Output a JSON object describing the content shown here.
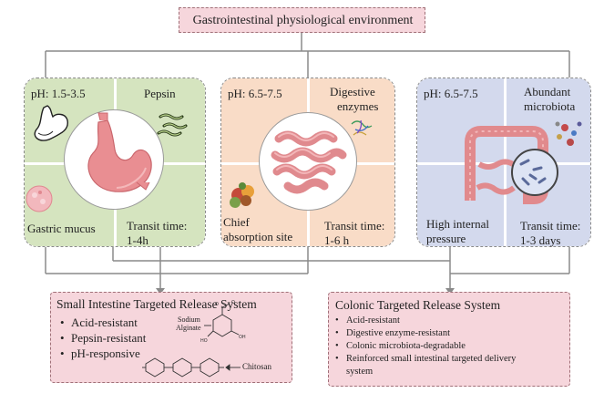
{
  "title": "Gastrointestinal physiological environment",
  "stomach": {
    "ph": "pH: 1.5-3.5",
    "enzyme": "Pepsin",
    "mucus": "Gastric mucus",
    "transit_line1": "Transit time:",
    "transit_line2": "1-4h"
  },
  "small_intestine": {
    "ph": "pH: 6.5-7.5",
    "enzyme_line1": "Digestive",
    "enzyme_line2": "enzymes",
    "site_line1": "Chief",
    "site_line2": "absorption site",
    "transit_line1": "Transit time:",
    "transit_line2": "1-6 h"
  },
  "colon": {
    "ph": "pH: 6.5-7.5",
    "microbiota_line1": "Abundant",
    "microbiota_line2": "microbiota",
    "pressure_line1": "High internal",
    "pressure_line2": "pressure",
    "transit_line1": "Transit time:",
    "transit_line2": "1-3 days"
  },
  "small_system": {
    "title": "Small Intestine Targeted Release System",
    "items": [
      "Acid-resistant",
      "Pepsin-resistant",
      "pH-responsive"
    ],
    "alginate_label_line1": "Sodium",
    "alginate_label_line2": "Alginate",
    "chitosan_label": "Chitosan"
  },
  "colonic_system": {
    "title": "Colonic Targeted Release System",
    "items": [
      "Acid-resistant",
      "Digestive enzyme-resistant",
      "Colonic microbiota-degradable",
      "Reinforced small intestinal targeted delivery"
    ],
    "item_continuation": "system"
  },
  "colors": {
    "pink_box": "#f6d6dc",
    "stomach_panel": "#d8e6c2",
    "intestine_panel": "#f9dcc6",
    "colon_panel": "#d3d9ec",
    "organ_pink": "#e78d90"
  }
}
